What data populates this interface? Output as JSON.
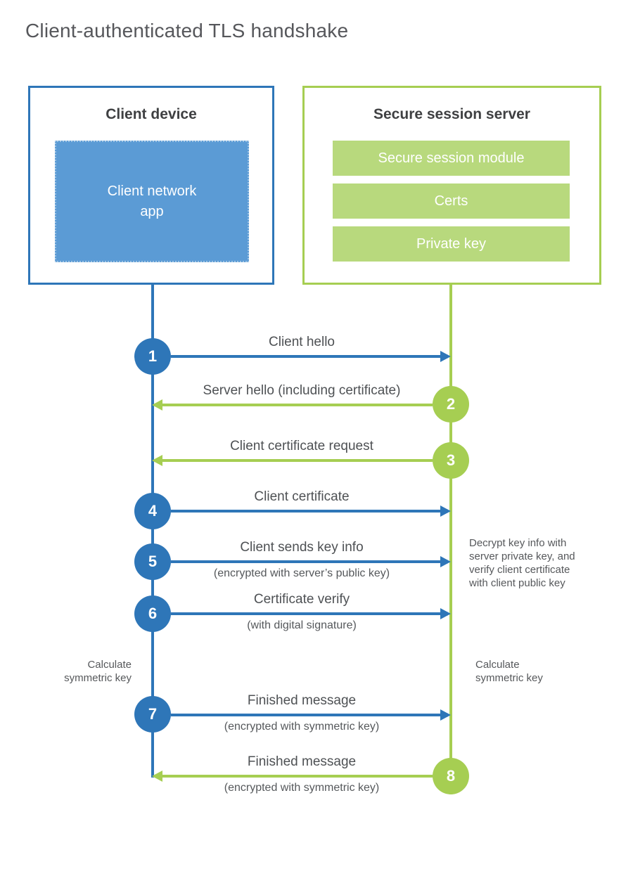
{
  "title": "Client-authenticated TLS handshake",
  "client": {
    "title": "Client device",
    "app_lines": [
      "Client network",
      "app"
    ]
  },
  "server": {
    "title": "Secure session server",
    "modules": [
      "Secure session module",
      "Certs",
      "Private key"
    ]
  },
  "steps": [
    {
      "num": "1",
      "label": "Client hello"
    },
    {
      "num": "2",
      "label": "Server hello (including certificate)"
    },
    {
      "num": "3",
      "label": "Client certificate request"
    },
    {
      "num": "4",
      "label": "Client certificate"
    },
    {
      "num": "5",
      "label": "Client sends key info",
      "sub": "(encrypted with server’s public key)"
    },
    {
      "num": "6",
      "label": "Certificate verify",
      "sub": "(with digital signature)"
    },
    {
      "num": "7",
      "label": "Finished message",
      "sub": "(encrypted with symmetric key)"
    },
    {
      "num": "8",
      "label": "Finished message",
      "sub": "(encrypted with symmetric key)"
    }
  ],
  "annotations": {
    "decrypt_lines": [
      "Decrypt key info with",
      "server private key, and",
      "verify client certificate",
      "with client public key"
    ],
    "calc_lines": [
      "Calculate",
      "symmetric key"
    ]
  },
  "colors": {
    "blue": "#2e76b8",
    "blue_fill": "#5b9bd5",
    "green": "#a6ce52",
    "green_fill": "#b8d97d"
  }
}
